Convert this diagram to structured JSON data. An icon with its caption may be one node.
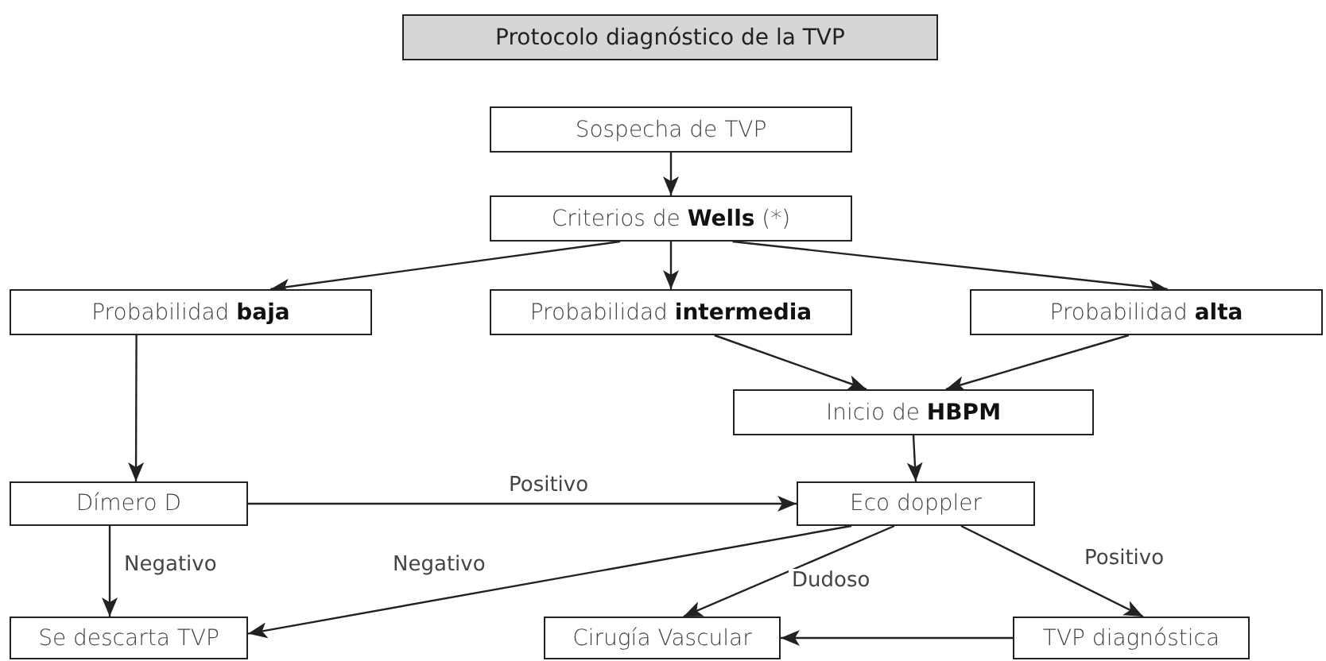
{
  "diagram": {
    "title": "Protocolo diagnóstico de la TVP",
    "nodes": [
      {
        "text": [
          "Sospecha de TVP"
        ]
      },
      {
        "text": [
          "Criterios de **Wells** (*)"
        ]
      },
      {
        "text": [
          "Probabilidad **baja**"
        ]
      },
      {
        "text": [
          "Probabilidad **intermedia**"
        ]
      },
      {
        "text": [
          "Probabilidad **alta**"
        ]
      },
      {
        "text": [
          "Inicio de **HBPM**"
        ]
      },
      {
        "text": [
          "Dímero D"
        ]
      },
      {
        "text": [
          "Eco doppler"
        ]
      },
      {
        "text": [
          "Se descarta TVP"
        ]
      },
      {
        "text": [
          "Cirugía Vascular"
        ]
      },
      {
        "text": [
          "TVP diagnóstica"
        ]
      }
    ],
    "edges": [
      {
        "from": 0,
        "to": 1,
        "arrow": "to"
      },
      {
        "from": 1,
        "to": 2,
        "arrow": "to"
      },
      {
        "from": 1,
        "to": 3,
        "arrow": "to"
      },
      {
        "from": 1,
        "to": 4,
        "arrow": "to"
      },
      {
        "from": 3,
        "to": 5,
        "arrow": "to"
      },
      {
        "from": 4,
        "to": 5,
        "arrow": "to"
      },
      {
        "from": 2,
        "to": 6,
        "arrow": "to"
      },
      {
        "from": 5,
        "to": 7,
        "arrow": "to"
      },
      {
        "from": 6,
        "to": 7,
        "arrow": "to",
        "label": "Positivo"
      },
      {
        "from": 6,
        "to": 8,
        "arrow": "to",
        "label": "Negativo"
      },
      {
        "from": 7,
        "to": 8,
        "arrow": "to",
        "label": "Negativo"
      },
      {
        "from": 7,
        "to": 9,
        "arrow": "to",
        "label": "Dudoso"
      },
      {
        "from": 7,
        "to": 10,
        "arrow": "to",
        "label": "Positivo"
      },
      {
        "from": 10,
        "to": 9,
        "arrow": "to"
      }
    ]
  }
}
